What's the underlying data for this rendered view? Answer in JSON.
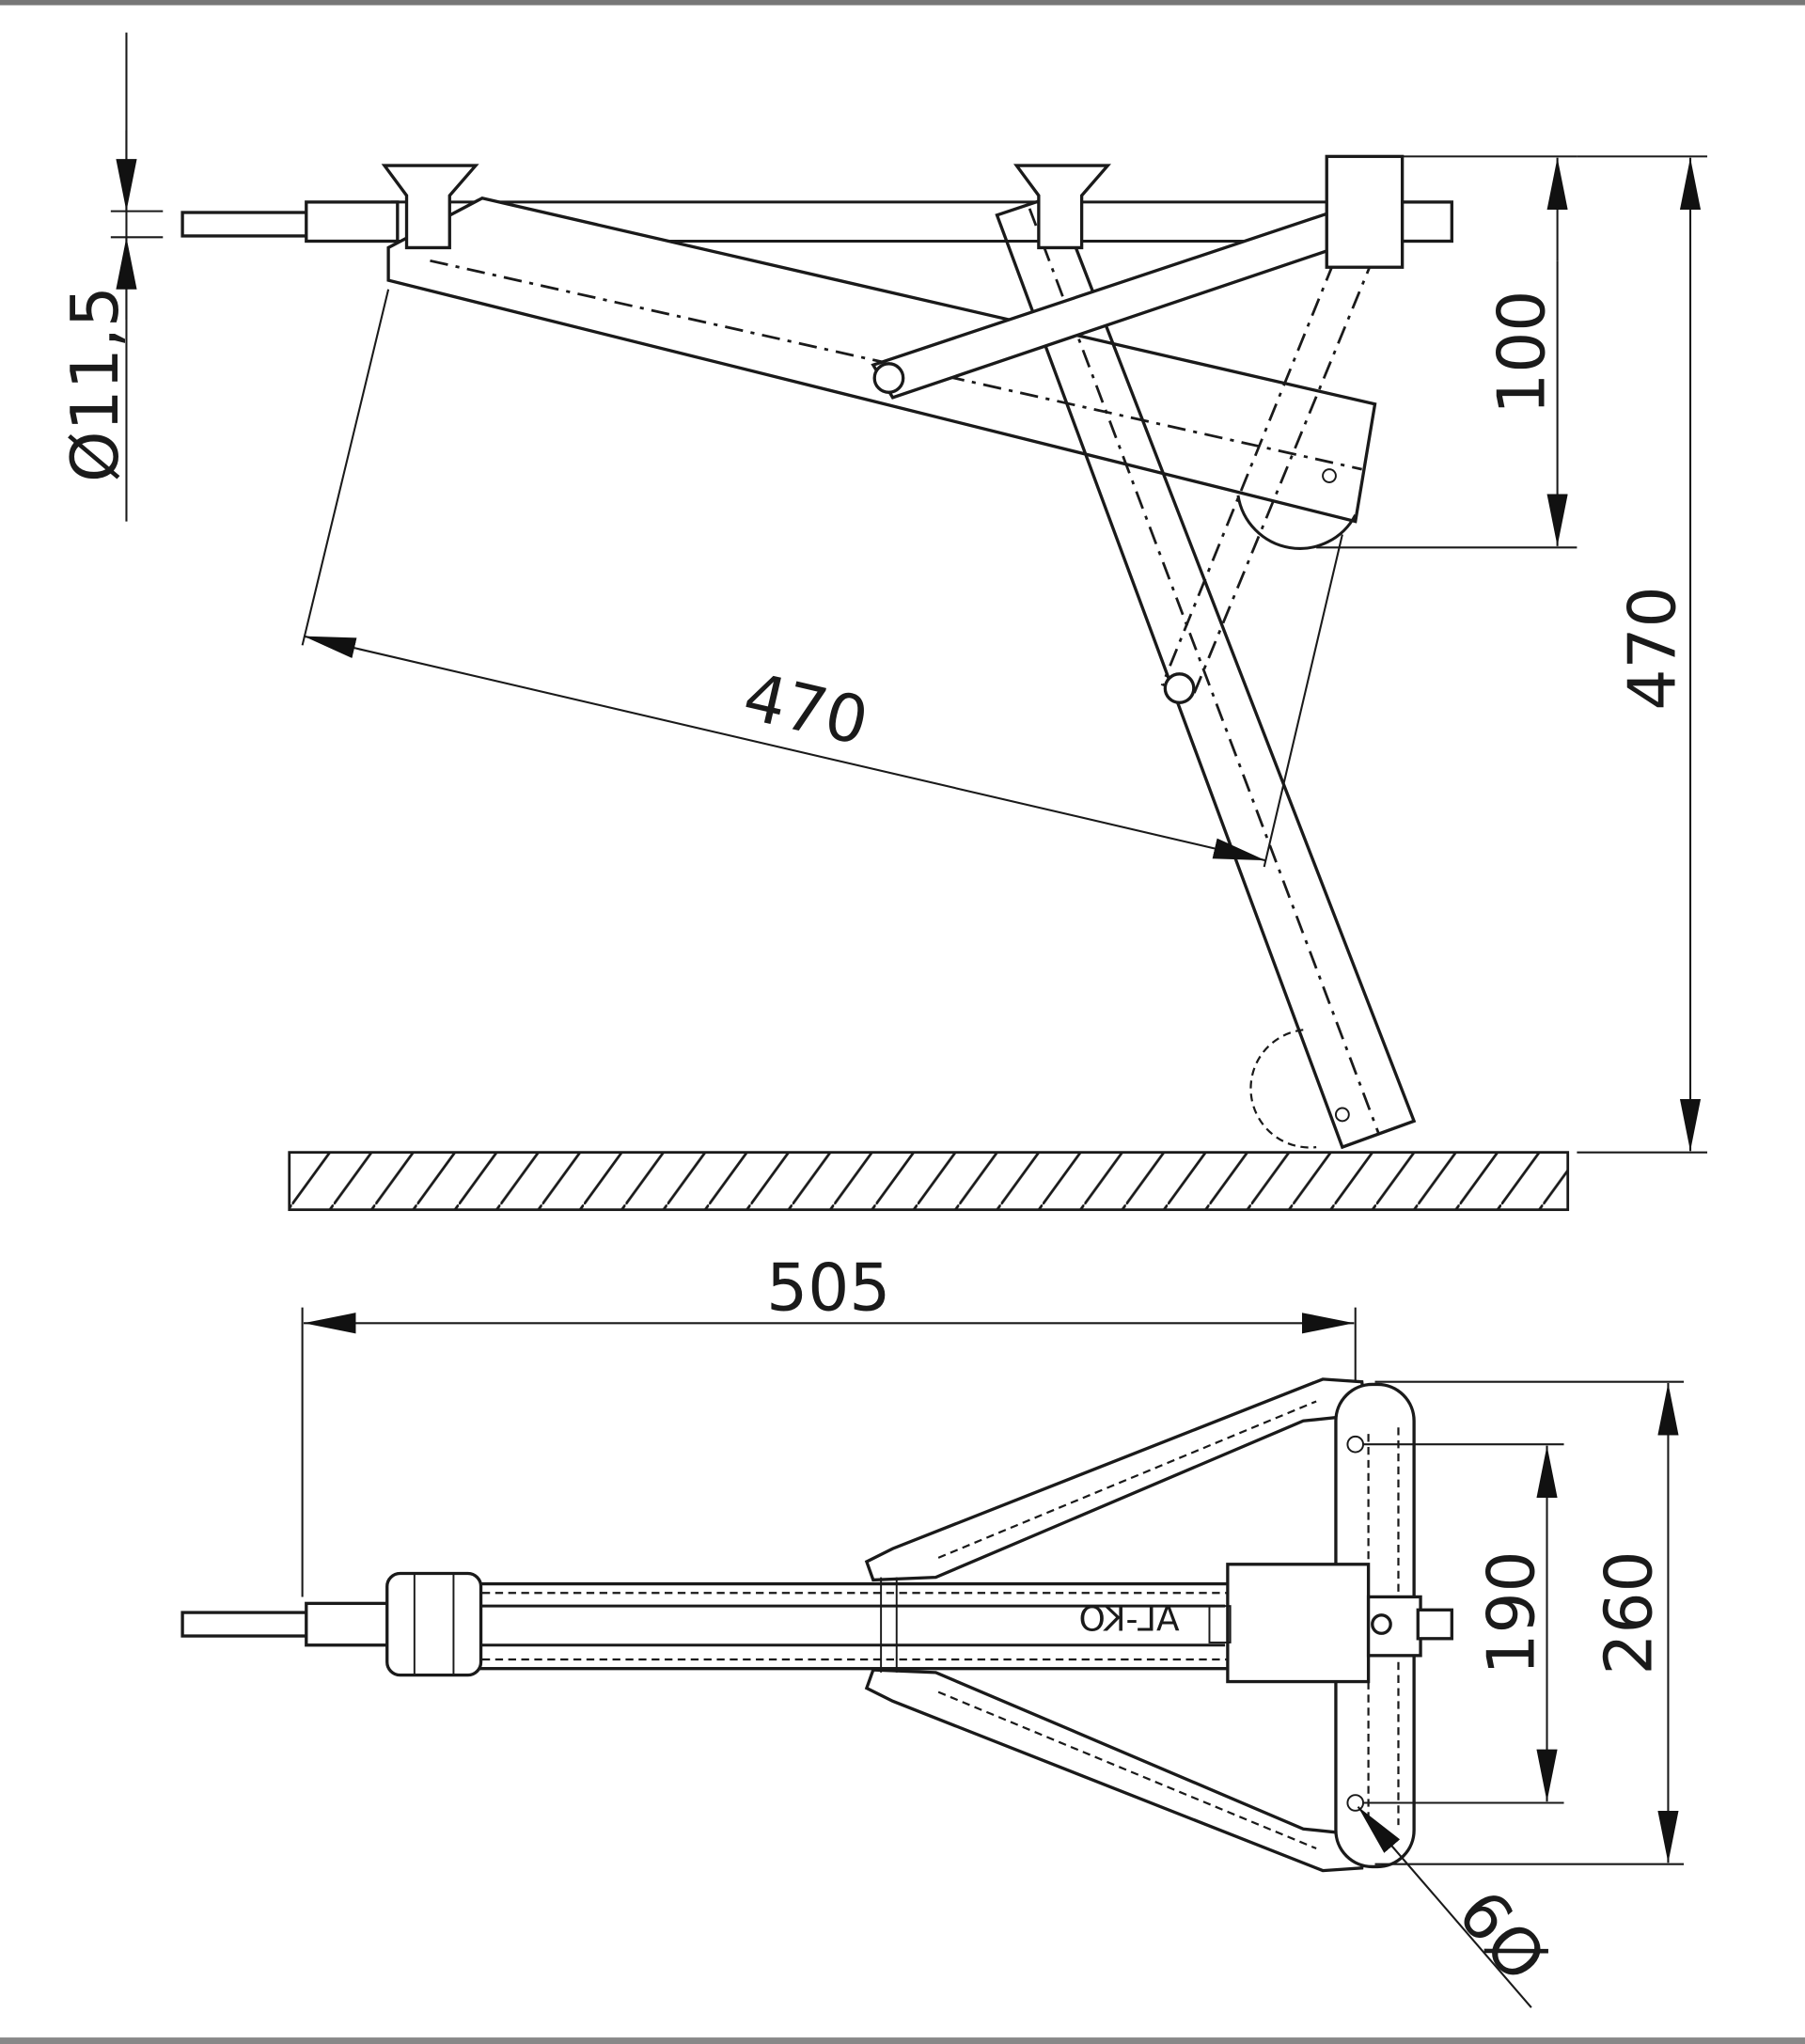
{
  "drawing": {
    "title": "Stabilizer leg technical drawing",
    "side_view": {
      "rod_diameter_label": "Ø11,5",
      "retracted_height_label": "100",
      "extended_height_label": "470",
      "leg_length_label": "470"
    },
    "top_view": {
      "total_length_label": "505",
      "hole_spacing_label": "190",
      "base_width_label": "260",
      "hole_diameter_label": "Ø9",
      "brand_logo": "AL-KO"
    }
  }
}
